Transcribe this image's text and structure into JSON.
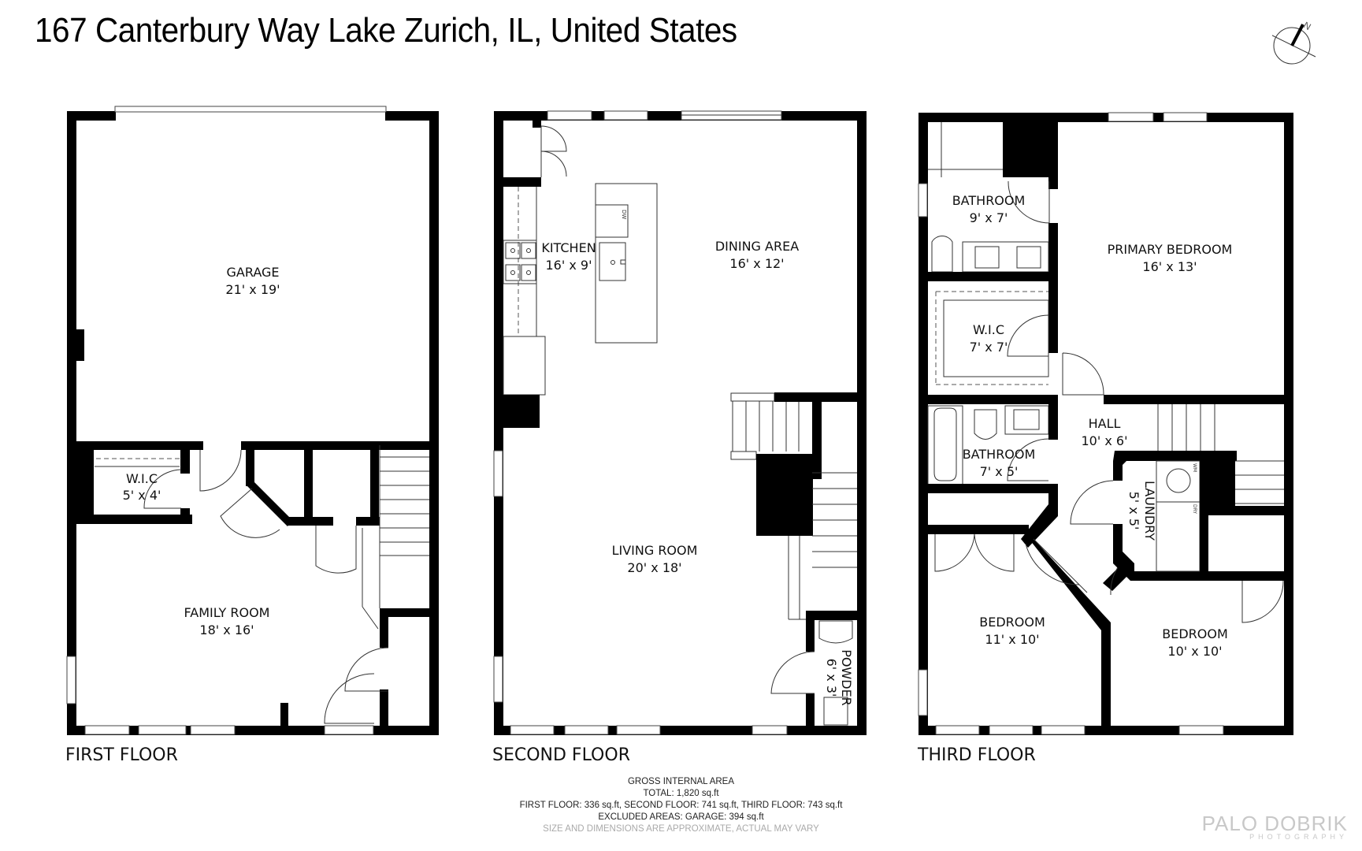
{
  "header": {
    "title": "167 Canterbury Way Lake Zurich, IL, United States",
    "compass_label": "N"
  },
  "floors": [
    {
      "label": "FIRST FLOOR",
      "rooms": [
        {
          "name": "GARAGE",
          "dims": "21' x 19'"
        },
        {
          "name": "W.I.C",
          "dims": "5' x 4'"
        },
        {
          "name": "FAMILY ROOM",
          "dims": "18' x 16'"
        }
      ]
    },
    {
      "label": "SECOND FLOOR",
      "rooms": [
        {
          "name": "KITCHEN",
          "dims": "16' x 9'"
        },
        {
          "name": "DINING AREA",
          "dims": "16' x 12'"
        },
        {
          "name": "LIVING ROOM",
          "dims": "20' x 18'"
        },
        {
          "name": "POWDER",
          "dims": "6' x 3'"
        }
      ],
      "appliance_labels": {
        "dishwasher": "DW"
      }
    },
    {
      "label": "THIRD FLOOR",
      "rooms": [
        {
          "name": "BATHROOM",
          "dims": "9' x 7'"
        },
        {
          "name": "PRIMARY BEDROOM",
          "dims": "16' x 13'"
        },
        {
          "name": "W.I.C",
          "dims": "7' x 7'"
        },
        {
          "name": "HALL",
          "dims": "10' x 6'"
        },
        {
          "name": "BATHROOM",
          "dims": "7' x 5'"
        },
        {
          "name": "LAUNDRY",
          "dims": "5' x 5'"
        },
        {
          "name": "BEDROOM",
          "dims": "11' x 10'"
        },
        {
          "name": "BEDROOM",
          "dims": "10' x 10'"
        }
      ],
      "appliance_labels": {
        "washer": "WM",
        "dryer": "DRY"
      }
    }
  ],
  "area_summary": {
    "heading": "GROSS INTERNAL AREA",
    "total": "TOTAL: 1,820 sq.ft",
    "by_floor": "FIRST FLOOR: 336 sq.ft, SECOND FLOOR: 741 sq.ft, THIRD FLOOR: 743 sq.ft",
    "excluded": "EXCLUDED AREAS: GARAGE: 394 sq.ft",
    "disclaimer": "SIZE AND DIMENSIONS ARE APPROXIMATE, ACTUAL MAY VARY"
  },
  "branding": {
    "name": "PALO DOBRIK",
    "subtitle": "PHOTOGRAPHY"
  },
  "colors": {
    "wall": "#000000",
    "background": "#ffffff",
    "brand": "#c8c8c8",
    "disclaimer": "#aaaaaa"
  }
}
